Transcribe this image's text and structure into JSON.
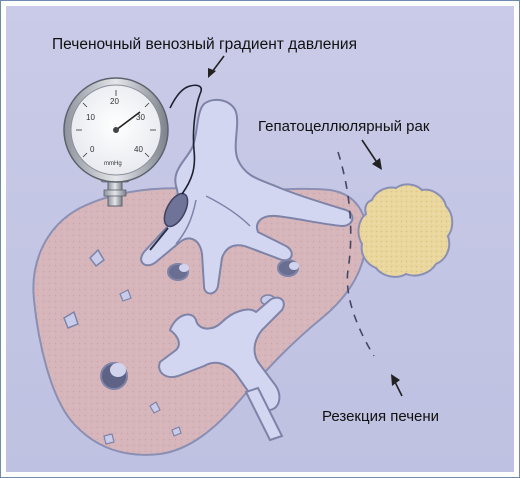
{
  "labels": {
    "gradient": "Печеночный венозный градиент давления",
    "cancer": "Гепатоцеллюлярный рак",
    "resection": "Резекция печени"
  },
  "gauge": {
    "ticks": [
      "0",
      "10",
      "20",
      "30",
      "40"
    ],
    "unit": "mmHg"
  },
  "colors": {
    "background": "#c5c7e5",
    "liver": "#d4b4b8",
    "vessel": "#cfd2f0",
    "tumor": "#e8d49a",
    "frame": "#6f8bb0"
  }
}
